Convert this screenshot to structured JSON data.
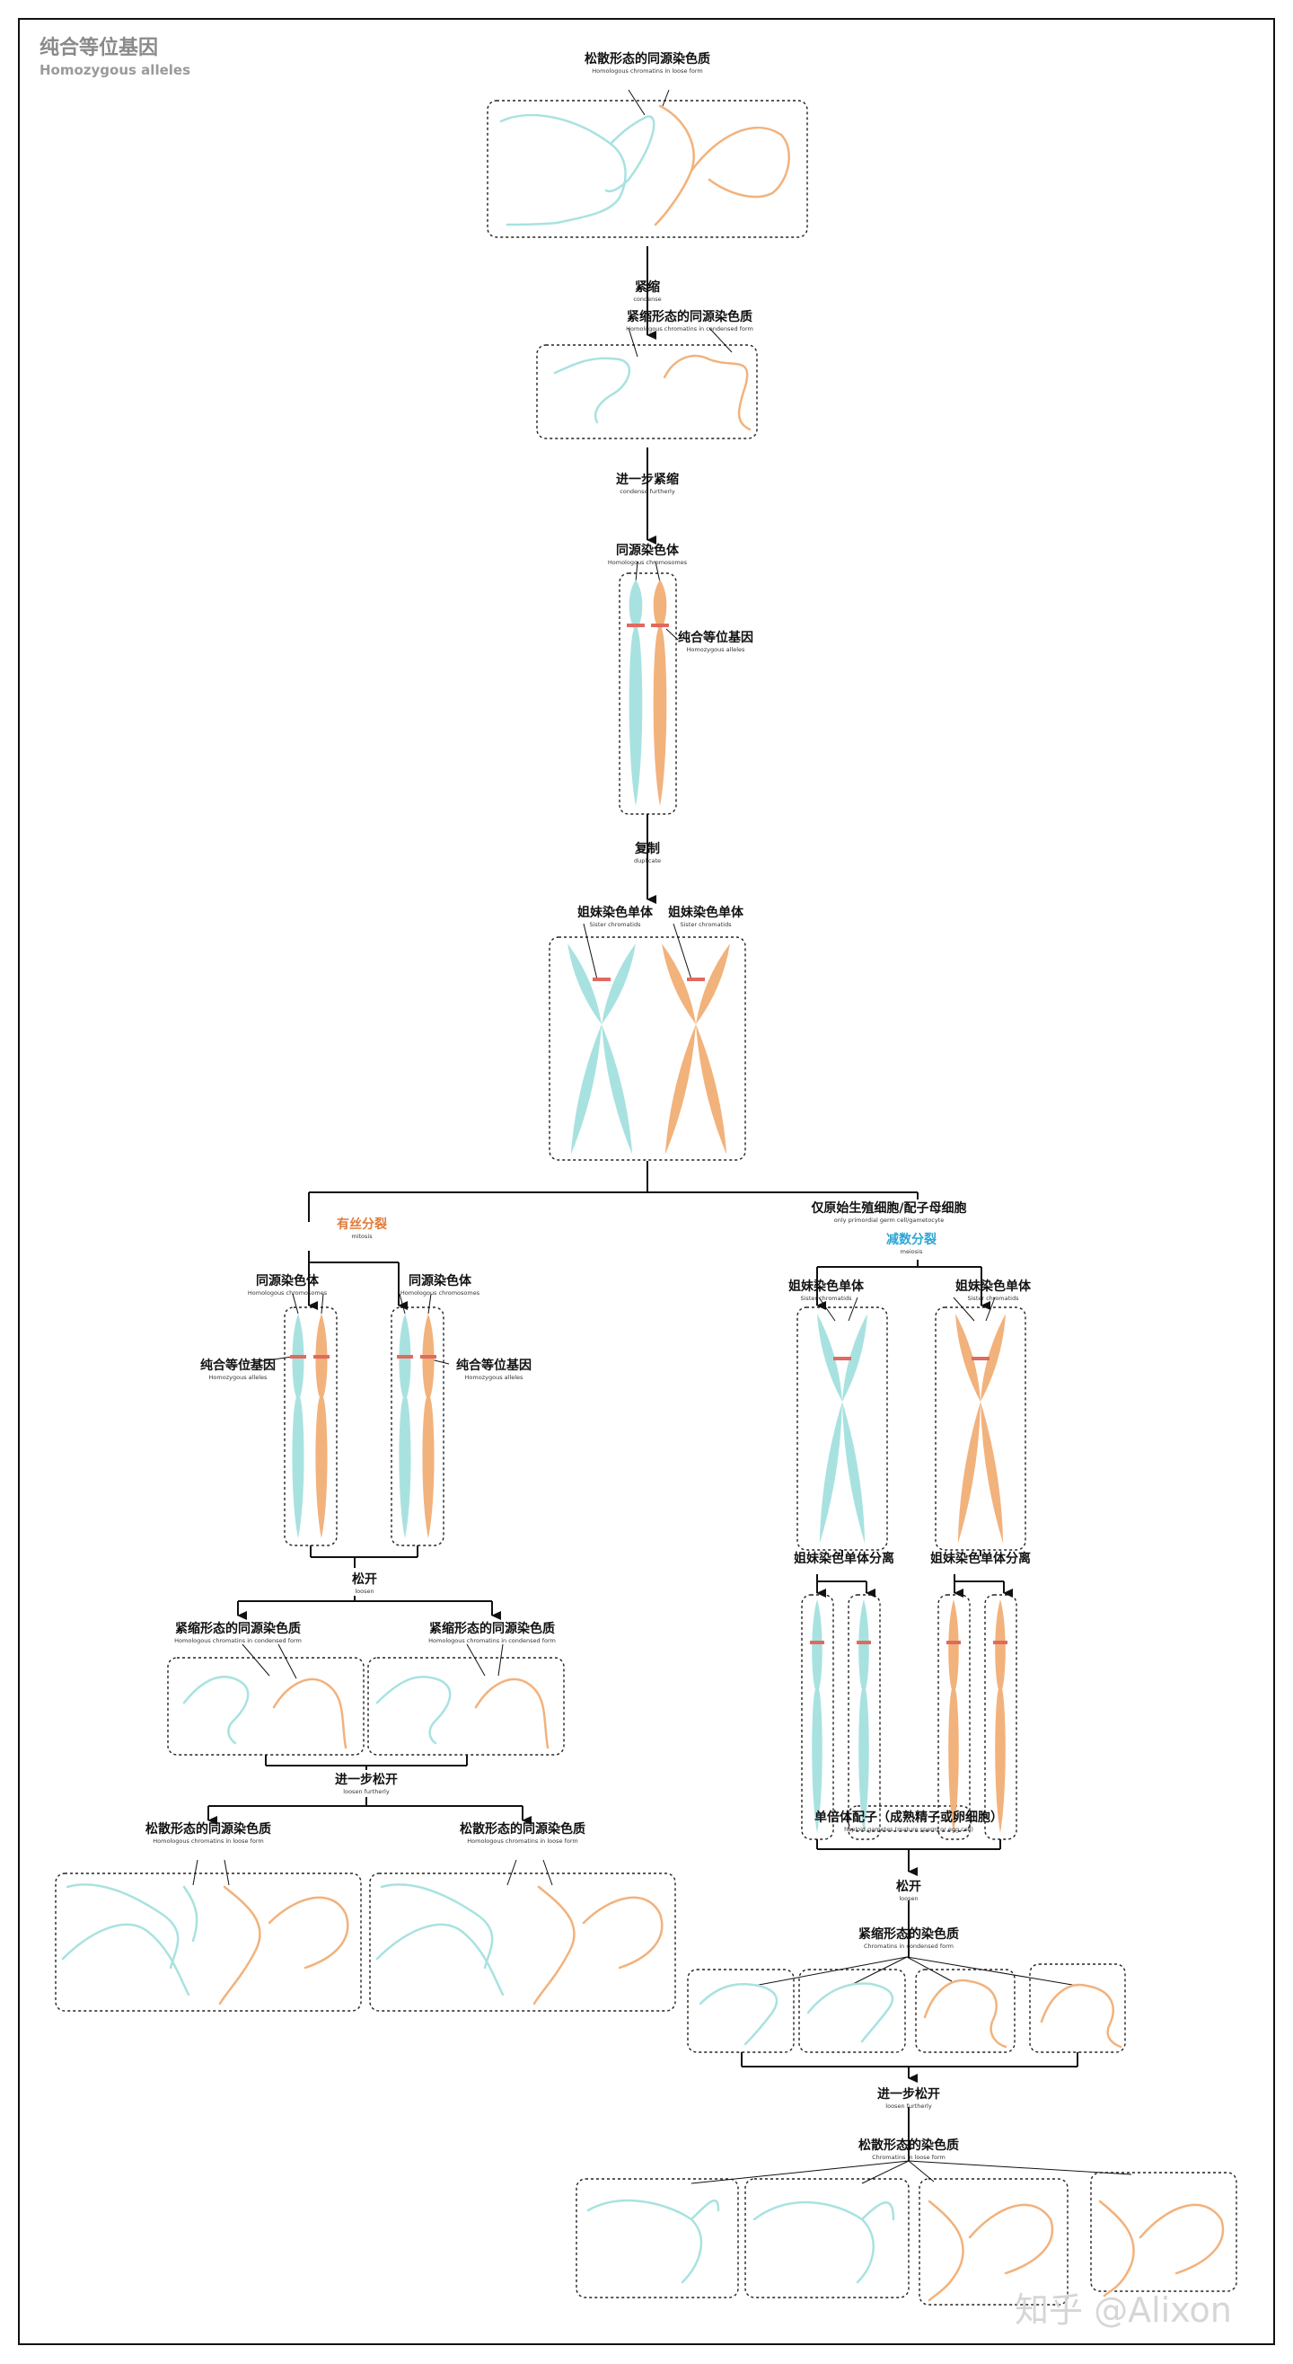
{
  "colors": {
    "cyan": "#a8e2e0",
    "orange": "#f2b27c",
    "allele": "#e06a5e",
    "stroke": "#111111",
    "mitosis_label": "#e07b39",
    "meiosis_label": "#2aa6d6"
  },
  "header": {
    "title": "纯合等位基因",
    "subtitle": "Homozygous alleles"
  },
  "watermark": "知乎 @Alixon",
  "labels": {
    "loose_top": {
      "zh": "松散形态的同源染色质",
      "en": "Homologous chromatins in loose form"
    },
    "condense": {
      "zh": "紧缩",
      "en": "condense"
    },
    "condensed_top": {
      "zh": "紧缩形态的同源染色质",
      "en": "Homologous chromatins in condensed form"
    },
    "condense_further": {
      "zh": "进一步紧缩",
      "en": "condense furtherly"
    },
    "homologous_top": {
      "zh": "同源染色体",
      "en": "Homologous chromosomes"
    },
    "alleles_top": {
      "zh": "纯合等位基因",
      "en": "Homozygous alleles"
    },
    "duplicate": {
      "zh": "复制",
      "en": "duplicate"
    },
    "sister_a": {
      "zh": "姐妹染色单体",
      "en": "Sister chromatids"
    },
    "sister_b": {
      "zh": "姐妹染色单体",
      "en": "Sister chromatids"
    },
    "mitosis": {
      "zh": "有丝分裂",
      "en": "mitosis"
    },
    "germ_only": {
      "zh": "仅原始生殖细胞/配子母细胞",
      "en": "only primordial germ cell/gametocyte"
    },
    "meiosis": {
      "zh": "减数分裂",
      "en": "meiosis"
    },
    "homologous_l1": {
      "zh": "同源染色体",
      "en": "Homologous chromosomes"
    },
    "homologous_l2": {
      "zh": "同源染色体",
      "en": "Homologous chromosomes"
    },
    "alleles_l1": {
      "zh": "纯合等位基因",
      "en": "Homozygous alleles"
    },
    "alleles_l2": {
      "zh": "纯合等位基因",
      "en": "Homozygous alleles"
    },
    "loosen": {
      "zh": "松开",
      "en": "loosen"
    },
    "condensed_l1": {
      "zh": "紧缩形态的同源染色质",
      "en": "Homologous chromatins in condensed form"
    },
    "condensed_l2": {
      "zh": "紧缩形态的同源染色质",
      "en": "Homologous chromatins in condensed form"
    },
    "loosen_further_l": {
      "zh": "进一步松开",
      "en": "loosen furtherly"
    },
    "loose_l1": {
      "zh": "松散形态的同源染色质",
      "en": "Homologous chromatins in loose form"
    },
    "loose_l2": {
      "zh": "松散形态的同源染色质",
      "en": "Homologous chromatins in loose form"
    },
    "sister_r1": {
      "zh": "姐妹染色单体",
      "en": "Sister chromatids"
    },
    "sister_r2": {
      "zh": "姐妹染色单体",
      "en": "Sister chromatids"
    },
    "separate_r1": {
      "zh": "姐妹染色单体分离"
    },
    "separate_r2": {
      "zh": "姐妹染色单体分离"
    },
    "haploid": {
      "zh": "单倍体配子（成熟精子或卵细胞）",
      "en": "haploid gametes (mature sperm or egg cell)"
    },
    "loosen_r": {
      "zh": "松开",
      "en": "loosen"
    },
    "condensed_r": {
      "zh": "紧缩形态的染色质",
      "en": "Chromatins in condensed form"
    },
    "loosen_further_r": {
      "zh": "进一步松开",
      "en": "loosen furtherly"
    },
    "loose_r": {
      "zh": "松散形态的染色质",
      "en": "Chromatins in loose form"
    }
  }
}
